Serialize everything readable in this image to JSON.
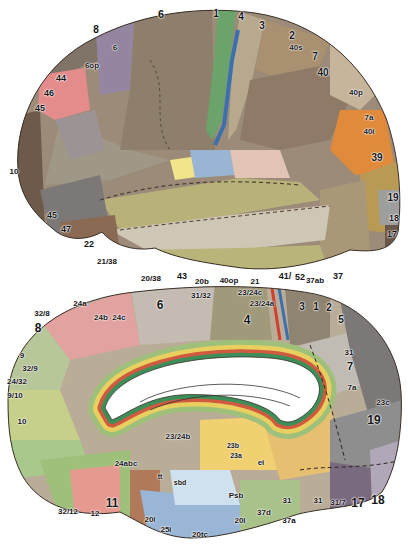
{
  "diagram": {
    "labels": [
      "1",
      "4",
      "3",
      "6",
      "2",
      "40s",
      "7",
      "40",
      "40p",
      "7a",
      "40i",
      "39",
      "19",
      "18",
      "17",
      "8",
      "6",
      "6op",
      "44",
      "46",
      "45",
      "10",
      "45",
      "47",
      "22",
      "21/38",
      "20/38",
      "43",
      "20b",
      "40op",
      "21",
      "41/",
      "52",
      "37ab",
      "37",
      "6",
      "31/32",
      "23/24c",
      "23/24a",
      "4",
      "3",
      "1",
      "2",
      "5",
      "24a",
      "24b",
      "24c",
      "32/8",
      "8",
      "9",
      "32/9",
      "24/32",
      "9/10",
      "10",
      "31",
      "7",
      "7a",
      "23c",
      "19",
      "23/24b",
      "23b",
      "23a",
      "ei",
      "24abc",
      "tt",
      "sbd",
      "Psb",
      "11",
      "32/12",
      "12",
      "20l",
      "25i",
      "20tc",
      "20l",
      "37d",
      "37a",
      "31",
      "31",
      "31/7",
      "17",
      "18"
    ]
  }
}
